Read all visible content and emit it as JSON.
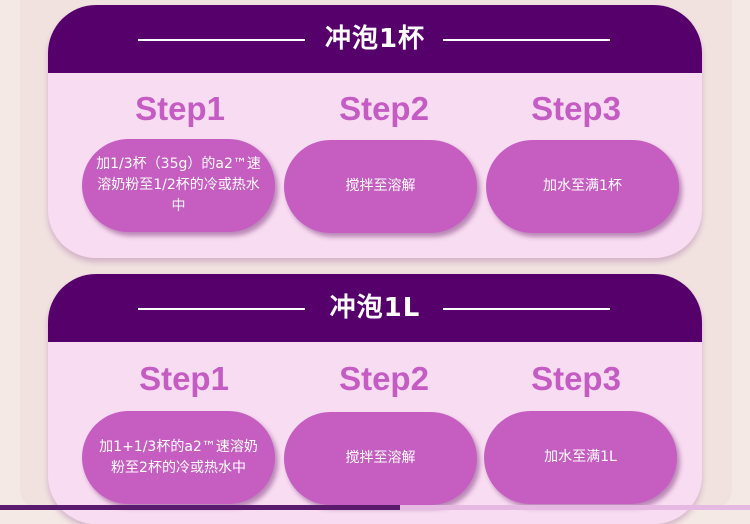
{
  "section1": {
    "title": "冲泡1杯",
    "steps": [
      {
        "label": "Step1",
        "text": "加1/3杯（35g）的a2™速溶奶粉至1/2杯的冷或热水中"
      },
      {
        "label": "Step2",
        "text": "搅拌至溶解"
      },
      {
        "label": "Step3",
        "text": "加水至满1杯"
      }
    ]
  },
  "section2": {
    "title": "冲泡1L",
    "steps": [
      {
        "label": "Step1",
        "text": "加1+1/3杯的a2™速溶奶粉至2杯的冷或热水中"
      },
      {
        "label": "Step2",
        "text": "搅拌至溶解"
      },
      {
        "label": "Step3",
        "text": "加水至满1L"
      }
    ]
  },
  "colors": {
    "header": "#56006b",
    "card": "#f8dcf1",
    "pill": "#c65ec2",
    "step_label": "#c55cc3",
    "background": "#f1e2e0"
  }
}
